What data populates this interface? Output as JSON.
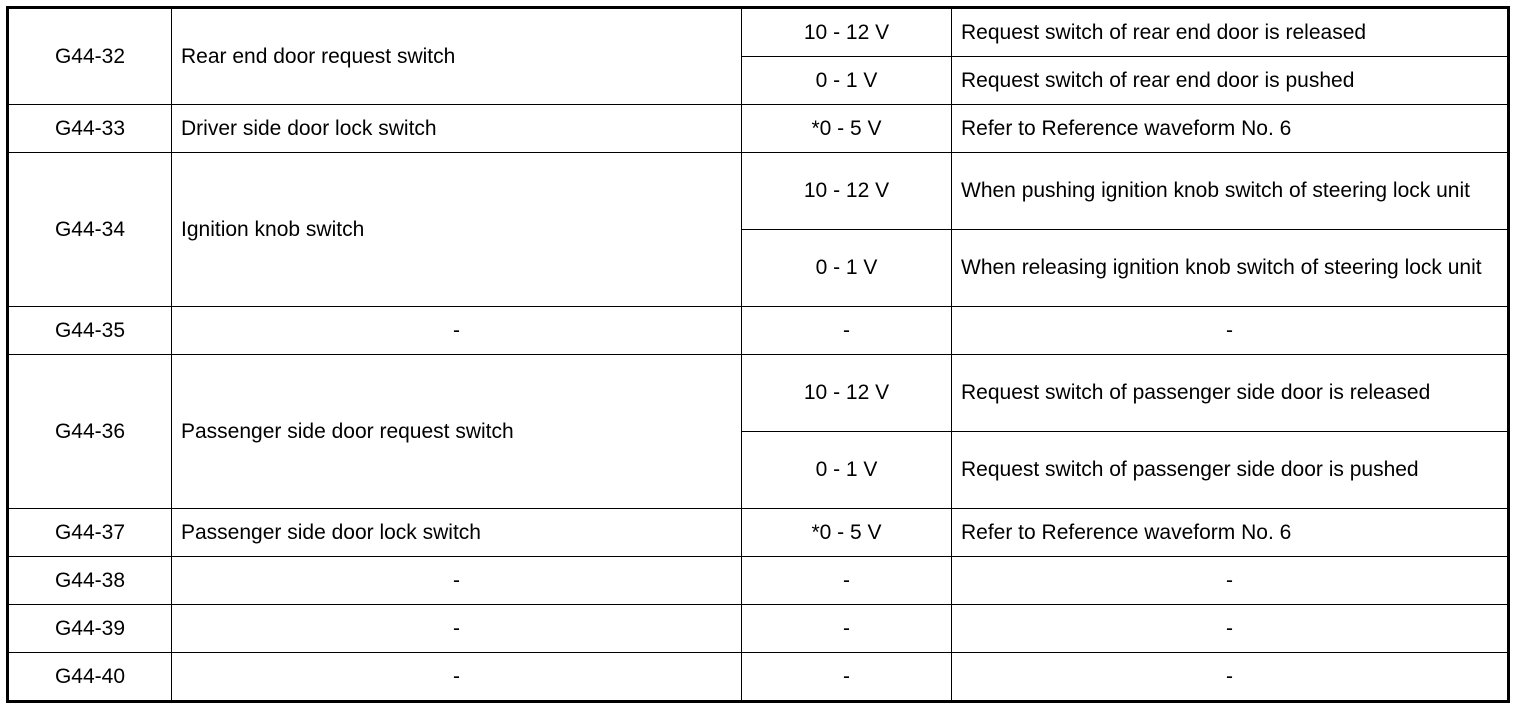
{
  "table": {
    "groups": [
      {
        "terminal": "G44-32",
        "name": "Rear end door request switch",
        "rows": [
          {
            "value": "10 - 12 V",
            "condition": "Request switch of rear end door is released",
            "tall": false
          },
          {
            "value": "0 - 1 V",
            "condition": "Request switch of rear end door is pushed",
            "tall": false
          }
        ]
      },
      {
        "terminal": "G44-33",
        "name": "Driver side door lock switch",
        "rows": [
          {
            "value": "*0 - 5 V",
            "condition": "Refer to Reference waveform No. 6",
            "tall": false
          }
        ]
      },
      {
        "terminal": "G44-34",
        "name": "Ignition knob switch",
        "rows": [
          {
            "value": "10 - 12 V",
            "condition": "When pushing ignition knob switch of steering lock unit",
            "tall": true
          },
          {
            "value": "0 - 1 V",
            "condition": "When releasing ignition knob switch of steering lock unit",
            "tall": true
          }
        ]
      },
      {
        "terminal": "G44-35",
        "name": "-",
        "rows": [
          {
            "value": "-",
            "condition": "-",
            "tall": false
          }
        ]
      },
      {
        "terminal": "G44-36",
        "name": "Passenger side door request switch",
        "rows": [
          {
            "value": "10 - 12 V",
            "condition": "Request switch of passenger side door is released",
            "tall": true
          },
          {
            "value": "0 - 1 V",
            "condition": "Request switch of passenger side door is pushed",
            "tall": true
          }
        ]
      },
      {
        "terminal": "G44-37",
        "name": "Passenger side door lock switch",
        "rows": [
          {
            "value": "*0 - 5 V",
            "condition": "Refer to Reference waveform No. 6",
            "tall": false
          }
        ]
      },
      {
        "terminal": "G44-38",
        "name": "-",
        "rows": [
          {
            "value": "-",
            "condition": "-",
            "tall": false
          }
        ]
      },
      {
        "terminal": "G44-39",
        "name": "-",
        "rows": [
          {
            "value": "-",
            "condition": "-",
            "tall": false
          }
        ]
      },
      {
        "terminal": "G44-40",
        "name": "-",
        "rows": [
          {
            "value": "-",
            "condition": "-",
            "tall": false
          }
        ]
      }
    ]
  }
}
